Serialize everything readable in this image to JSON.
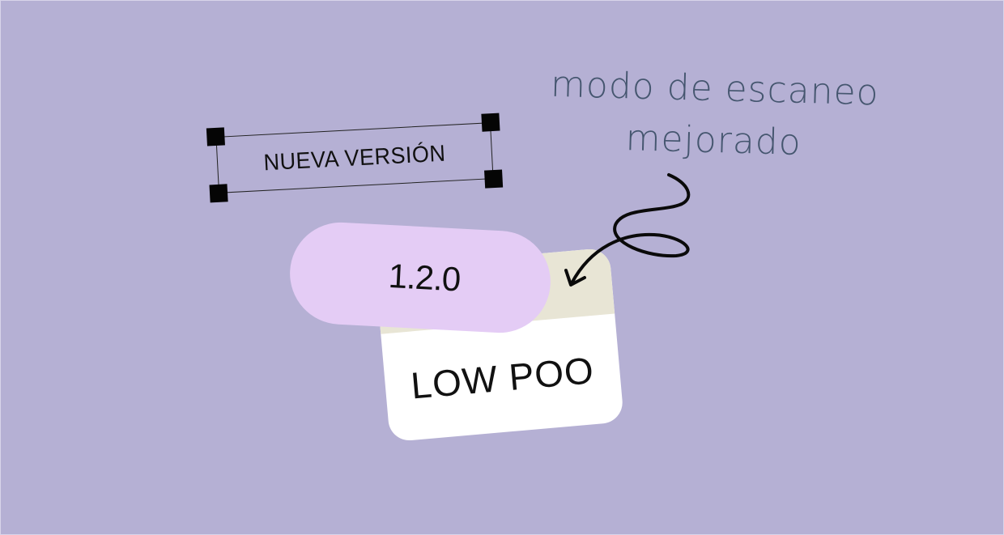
{
  "selection_box": {
    "label": "NUEVA VERSIÓN"
  },
  "version_pill": {
    "value": "1.2.0",
    "color": "#e4ccf5"
  },
  "card": {
    "label": "LOW POO",
    "header_color": "#e8e5d5",
    "body_color": "#ffffff"
  },
  "annotation": {
    "line1": "modo de escaneo",
    "line2": "mejorado",
    "color": "#45566f"
  },
  "background_color": "#b5b0d4",
  "icons": {
    "arrow": "curly-arrow-icon"
  }
}
